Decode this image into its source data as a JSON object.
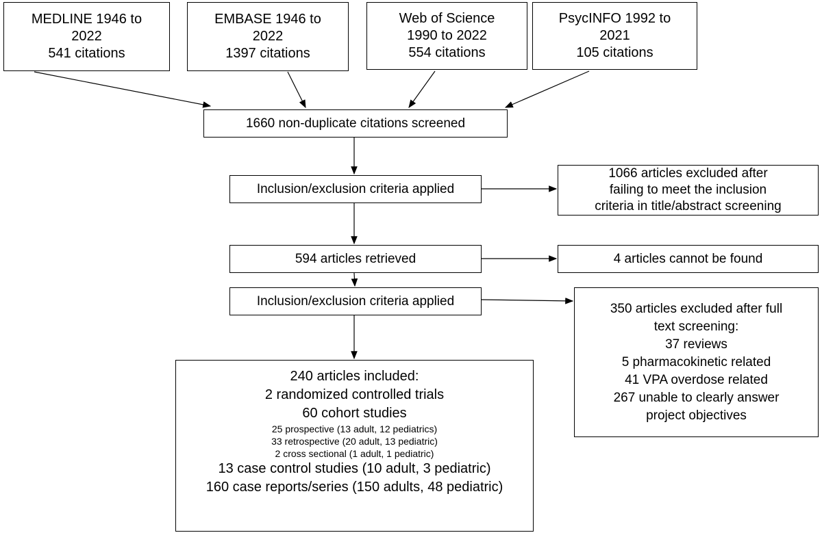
{
  "sources": [
    {
      "line1": "MEDLINE 1946 to",
      "line2": "2022",
      "line3": "541 citations"
    },
    {
      "line1": "EMBASE 1946 to",
      "line2": "2022",
      "line3": "1397 citations"
    },
    {
      "line1": "Web of Science",
      "line2": "1990 to 2022",
      "line3": "554 citations"
    },
    {
      "line1": "PsycINFO 1992 to",
      "line2": "2021",
      "line3": "105 citations"
    }
  ],
  "screened": "1660 non-duplicate citations screened",
  "criteria1": "Inclusion/exclusion criteria applied",
  "excluded1": {
    "line1": "1066 articles excluded after",
    "line2": "failing to meet the inclusion",
    "line3": "criteria in title/abstract screening"
  },
  "retrieved": "594 articles retrieved",
  "not_found": "4 articles cannot be found",
  "criteria2": "Inclusion/exclusion criteria applied",
  "excluded2": {
    "lines": [
      "350 articles excluded after full",
      "text screening:",
      "37 reviews",
      "5 pharmacokinetic related",
      "41 VPA overdose related",
      "267 unable to clearly answer",
      "project objectives"
    ]
  },
  "included": {
    "title": "240 articles included:",
    "rct": "2 randomized controlled trials",
    "cohort": "60 cohort studies",
    "prospective": "25 prospective (13 adult, 12 pediatrics)",
    "retrospective": "33 retrospective (20 adult, 13 pediatric)",
    "cross": "2 cross sectional (1 adult, 1 pediatric)",
    "case_control": "13 case control studies (10 adult, 3 pediatric)",
    "case_reports": "160 case reports/series (150 adults, 48 pediatric)"
  }
}
